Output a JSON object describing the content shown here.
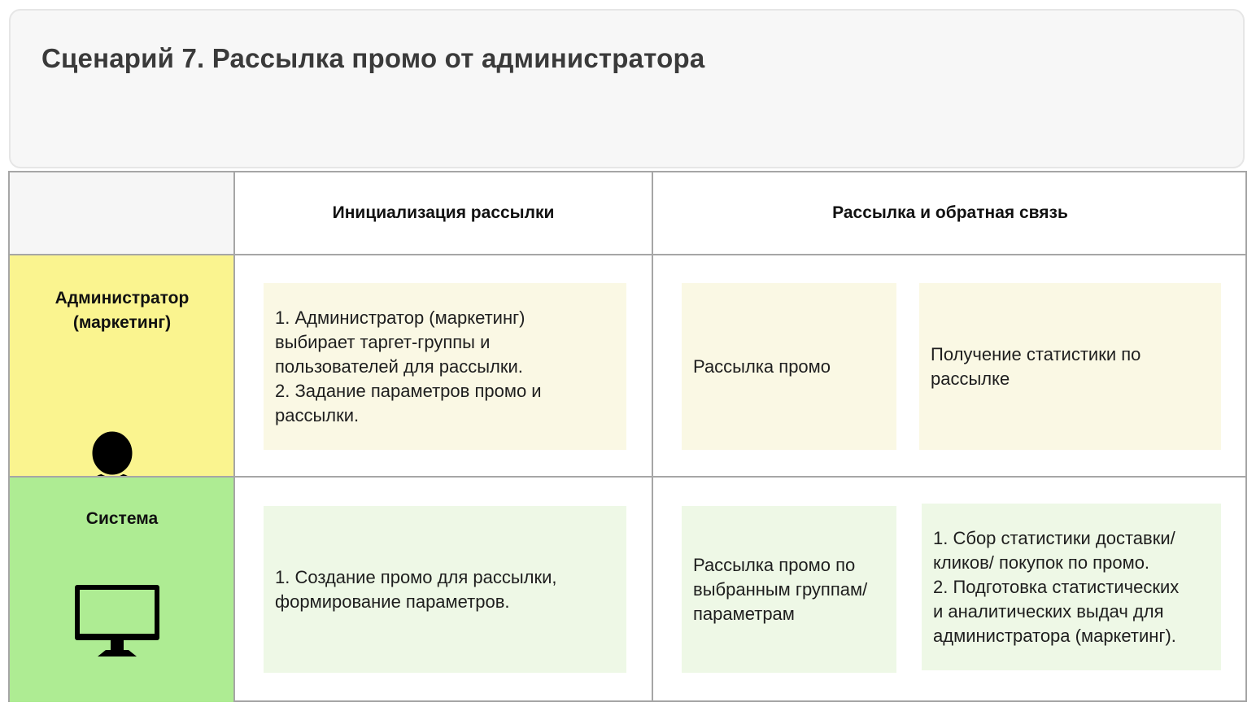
{
  "title": "Сценарий 7. Рассылка промо от администратора",
  "columns": [
    {
      "label": ""
    },
    {
      "label": "Инициализация рассылки"
    },
    {
      "label": "Рассылка и обратная связь"
    }
  ],
  "lanes": [
    {
      "label": "Администратор\n(маркетинг)",
      "icon": "user-icon",
      "color": "#faf48f"
    },
    {
      "label": "Система",
      "icon": "monitor-icon",
      "color": "#aeec93"
    }
  ],
  "notes": {
    "admin_init": "1. Администратор (маркетинг)\nвыбирает таргет-группы и\nпользователей для рассылки.\n2. Задание параметров промо и\nрассылки.",
    "admin_send": "Рассылка промо",
    "admin_stats": "Получение статистики по\nрассылке",
    "system_init": "1. Создание промо для рассылки,\nформирование параметров.",
    "system_send": "Рассылка промо по\nвыбранным группам/\nпараметрам",
    "system_stats": "1. Сбор статистики доставки/\nкликов/ покупок по промо.\n2. Подготовка статистических\nи аналитических выдач для\nадминистратора (маркетинг)."
  },
  "colors": {
    "note_yellow": "#faf8e4",
    "note_green": "#eef8e6",
    "grid": "#a6a6a6"
  }
}
